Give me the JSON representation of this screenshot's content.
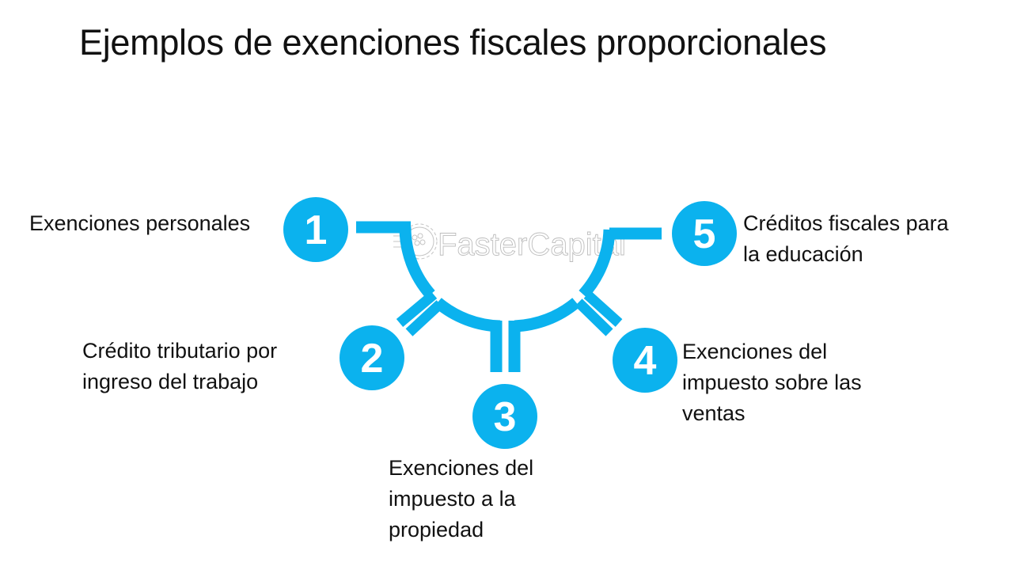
{
  "title": "Ejemplos de exenciones fiscales proporcionales",
  "watermark": "FasterCapital",
  "colors": {
    "accent": "#0bb2ee",
    "text": "#111111",
    "background": "#ffffff",
    "watermark": "#bdbdbd"
  },
  "items": [
    {
      "number": "1",
      "lines": [
        "Exenciones personales"
      ]
    },
    {
      "number": "2",
      "lines": [
        "Crédito tributario por",
        "ingreso del trabajo"
      ]
    },
    {
      "number": "3",
      "lines": [
        "Exenciones del",
        "impuesto a la",
        "propiedad"
      ]
    },
    {
      "number": "4",
      "lines": [
        "Exenciones del",
        "impuesto sobre las",
        "ventas"
      ]
    },
    {
      "number": "5",
      "lines": [
        "Créditos fiscales para",
        "la educación"
      ]
    }
  ]
}
